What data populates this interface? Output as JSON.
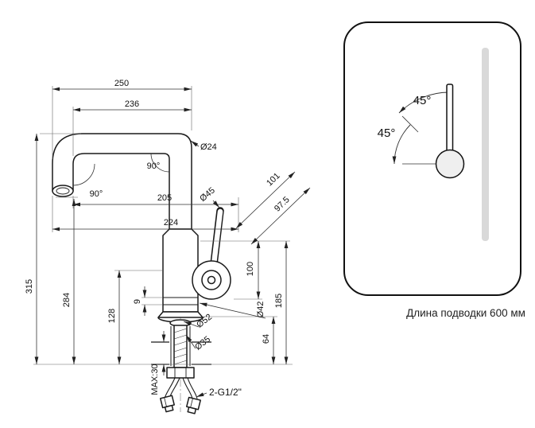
{
  "drawing": {
    "dimensions": {
      "d250": "250",
      "d236": "236",
      "d24": "Ø24",
      "angle_top": "90°",
      "angle_spout": "90°",
      "d205": "205",
      "d224": "224",
      "d45": "Ø45",
      "d101": "101",
      "d97_5": "97.5",
      "d315": "315",
      "d284": "284",
      "d128": "128",
      "d9": "9",
      "d100": "100",
      "d42": "Ø42",
      "d185": "185",
      "d64": "64",
      "d52": "Ø52",
      "d35": "Ø35",
      "dmax30": "MAX:30",
      "thread": "2-G1/2\""
    }
  },
  "detail_panel": {
    "angle_upper": "45°",
    "angle_lower": "45°",
    "caption": "Длина подводки 600 мм"
  }
}
